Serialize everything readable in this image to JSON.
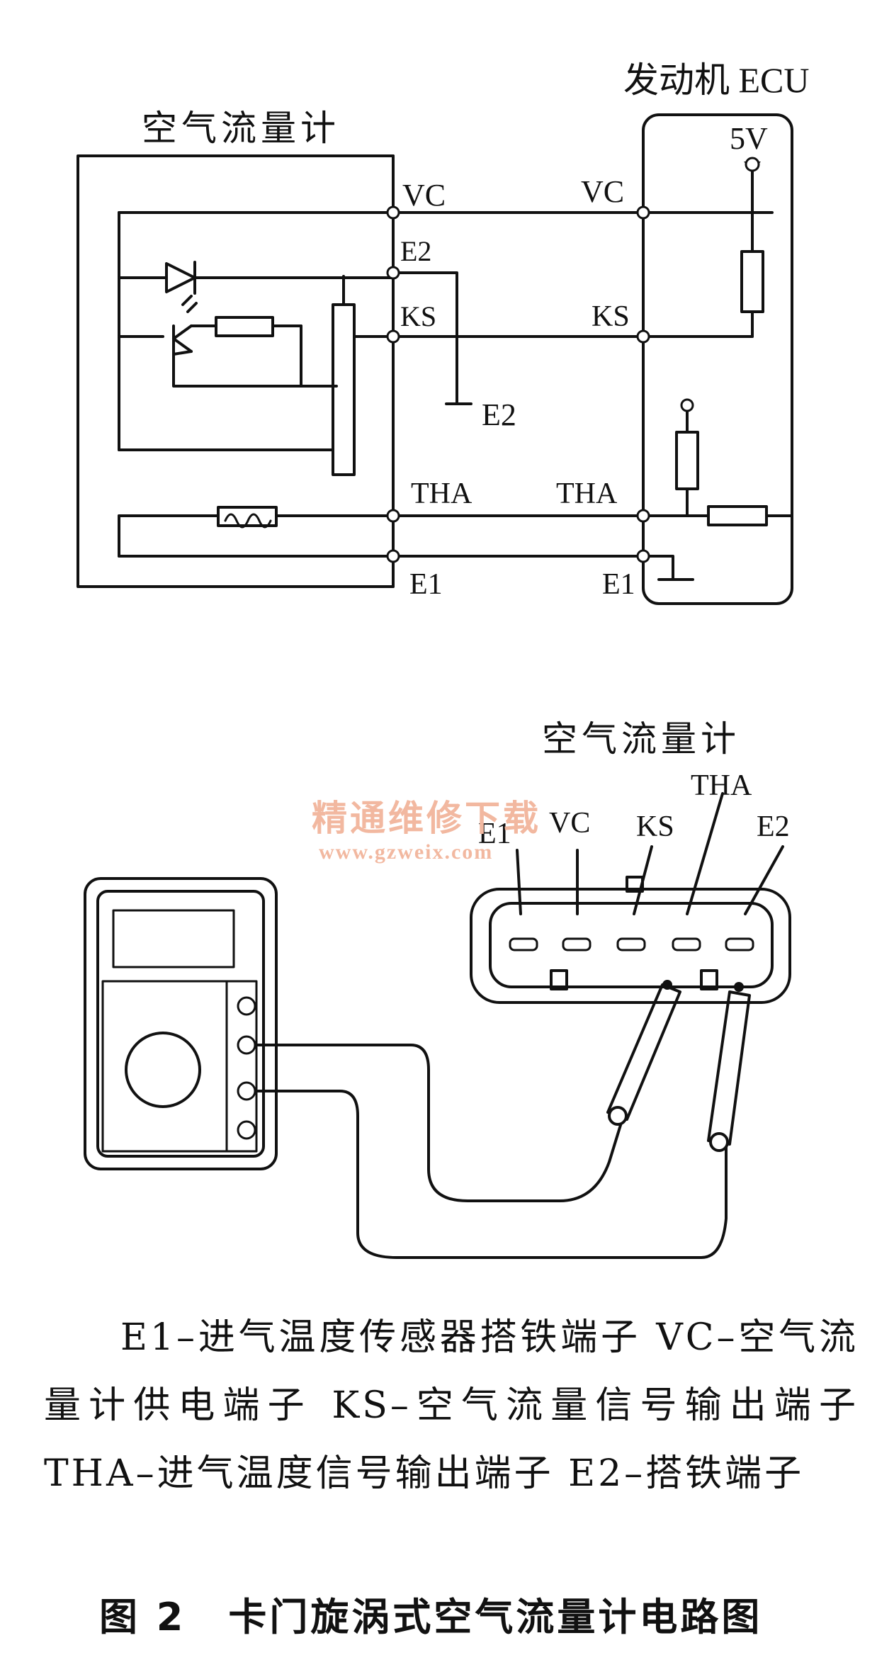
{
  "circuit": {
    "sensor_title": "空气流量计",
    "ecu_title": "发动机 ECU",
    "supply_label": "5V",
    "left_terminals": [
      "VC",
      "E2",
      "KS",
      "THA",
      "E1"
    ],
    "right_terminals": [
      "VC",
      "KS",
      "THA",
      "E1"
    ],
    "ground_label": "E2"
  },
  "connector": {
    "title": "空气流量计",
    "pins": [
      "E1",
      "VC",
      "KS",
      "THA",
      "E2"
    ]
  },
  "watermark": {
    "text": "精通维修下载",
    "url": "www.gzweix.com",
    "color": "#f2b8a0"
  },
  "caption": "E1–进气温度传感器搭铁端子 VC–空气流量计供电端子 KS–空气流量信号输出端子 THA–进气温度信号输出端子 E2–搭铁端子",
  "figure": {
    "number": "图 2",
    "title": "卡门旋涡式空气流量计电路图"
  }
}
